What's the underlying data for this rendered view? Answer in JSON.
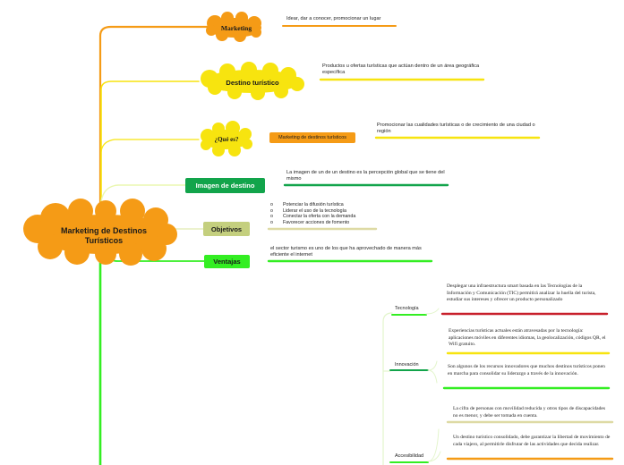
{
  "central": {
    "title": "Marketing de Destinos Turísticos"
  },
  "colors": {
    "orange": "#f59b16",
    "yellow": "#f7e40f",
    "green_dark": "#12a44b",
    "green_light": "#33ee22",
    "olive": "#c4cf7e",
    "red": "#c8202b",
    "sand": "#dedaa4"
  },
  "topics": {
    "marketing": {
      "label": "Marketing",
      "note": "Idear, dar a conocer, promocionar un lugar"
    },
    "destino": {
      "label": "Destino turístico",
      "note": "Productos u ofertas turísticas que actúan dentro de un área geográfica específica"
    },
    "que_es": {
      "label": "¿Qué es?",
      "child": "Marketing de destinos turísticos",
      "child_note": "Promocionar las cualidades turísticas o de crecimiento de una ciudad o región"
    },
    "imagen": {
      "label": "Imagen de destino",
      "note": "La imagen de un de un destino es la percepción global que se tiene del mismo"
    },
    "objetivos": {
      "label": "Objetivos",
      "items": [
        "Potenciar la difusión turística",
        "Liderar el uso de la tecnología",
        "Conectar la oferta con la demanda",
        "Favorecer acciones de fomento"
      ]
    },
    "ventajas": {
      "label": "Ventajas",
      "note": "el sector turismo es uno de los que ha aprovechado de manera más eficiente el internet",
      "children": {
        "tecnologia": {
          "label": "Tecnología",
          "notes": [
            "Desplegar una infraestructura smart basada en las Tecnologías de la Información y Comunicación (TIC) permitirá analizar la huella del turista, estudiar sus intereses y ofrecer un producto personalizado"
          ]
        },
        "innovacion": {
          "label": "Innovación",
          "notes": [
            "Experiencias turísticas actuales están atravesadas por la tecnología: aplicaciones móviles en diferentes idiomas, la geolocalización, códigos QR, el Wifi gratuito.",
            "Son algunos de los recursos innovadores que muchos destinos turísticos ponen en marcha para consolidar su liderazgo a través de la innovación."
          ]
        },
        "accesibilidad": {
          "label": "Accesibilidad",
          "notes": [
            "La cifra de personas con movilidad reducida y otros tipos de discapacidades no es menor, y debe ser tomada en cuenta.",
            "Un destino turístico consolidado, debe garantizar la libertad de movimiento de cada viajero, al permitirle disfrutar de las actividades que decida realizar."
          ]
        }
      }
    }
  }
}
